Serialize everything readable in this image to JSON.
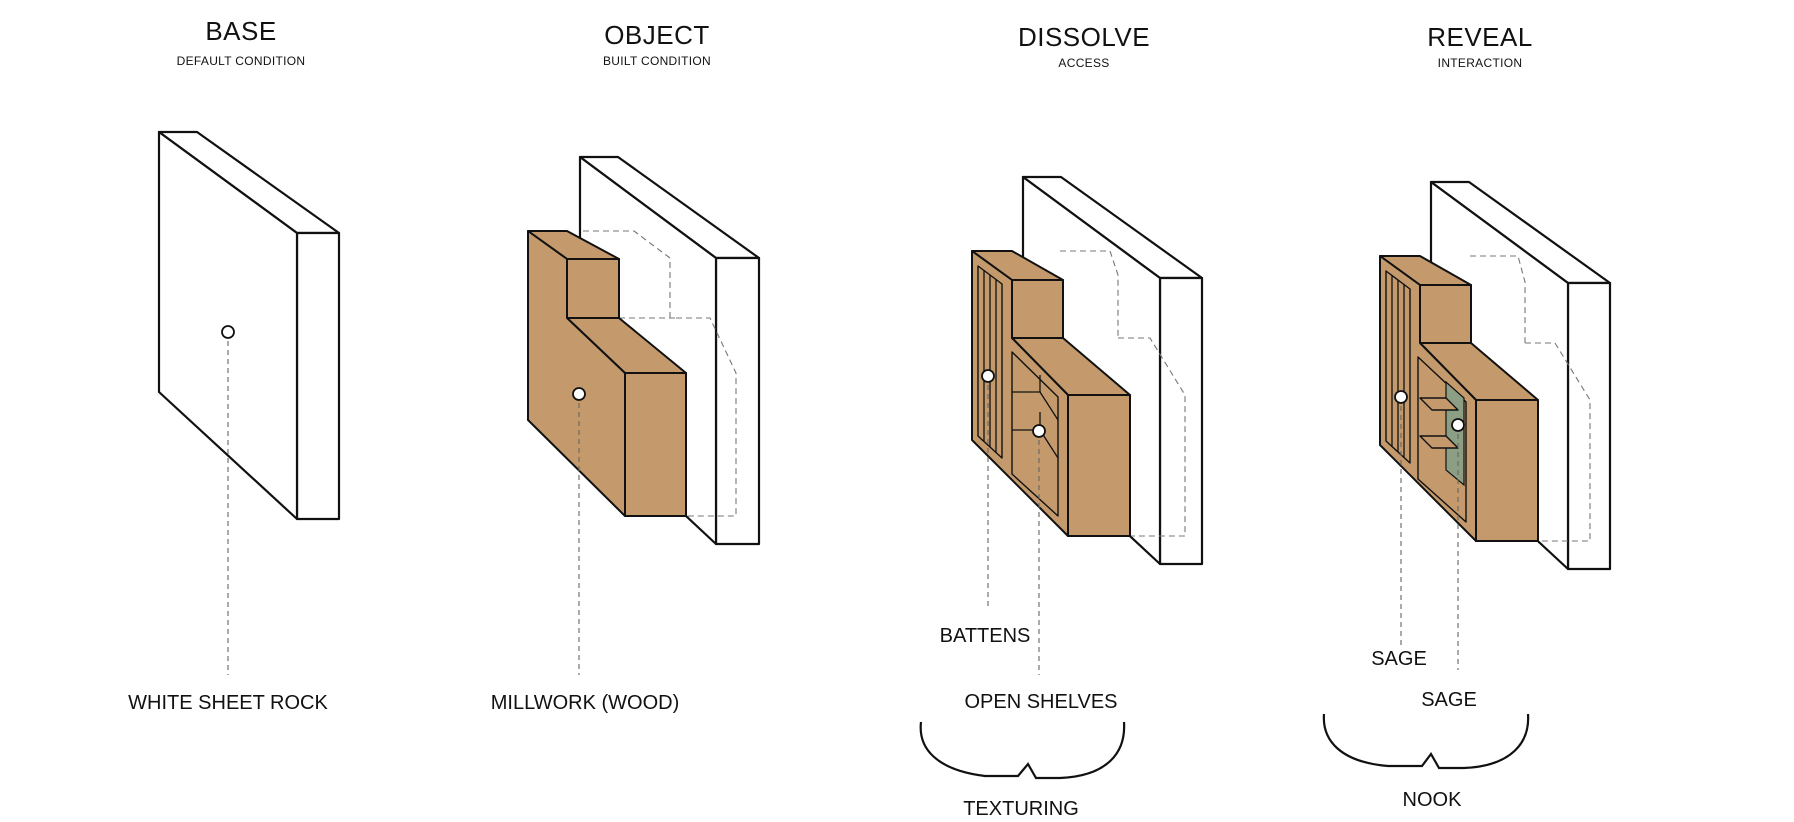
{
  "stages": [
    {
      "title": "BASE",
      "subtitle": "DEFAULT CONDITION"
    },
    {
      "title": "OBJECT",
      "subtitle": "BUILT CONDITION"
    },
    {
      "title": "DISSOLVE",
      "subtitle": "ACCESS"
    },
    {
      "title": "REVEAL",
      "subtitle": "INTERACTION"
    }
  ],
  "labels": {
    "white_sheet_rock": "WHITE SHEET ROCK",
    "millwork": "MILLWORK (WOOD)",
    "battens": "BATTENS",
    "open_shelves": "OPEN SHELVES",
    "texturing": "TEXTURING",
    "sage_left": "SAGE",
    "sage_right": "SAGE",
    "nook": "NOOK"
  },
  "colors": {
    "wood": "#c49a6c",
    "sage": "#8c9e84",
    "wall": "#ffffff",
    "line": "#111111"
  }
}
